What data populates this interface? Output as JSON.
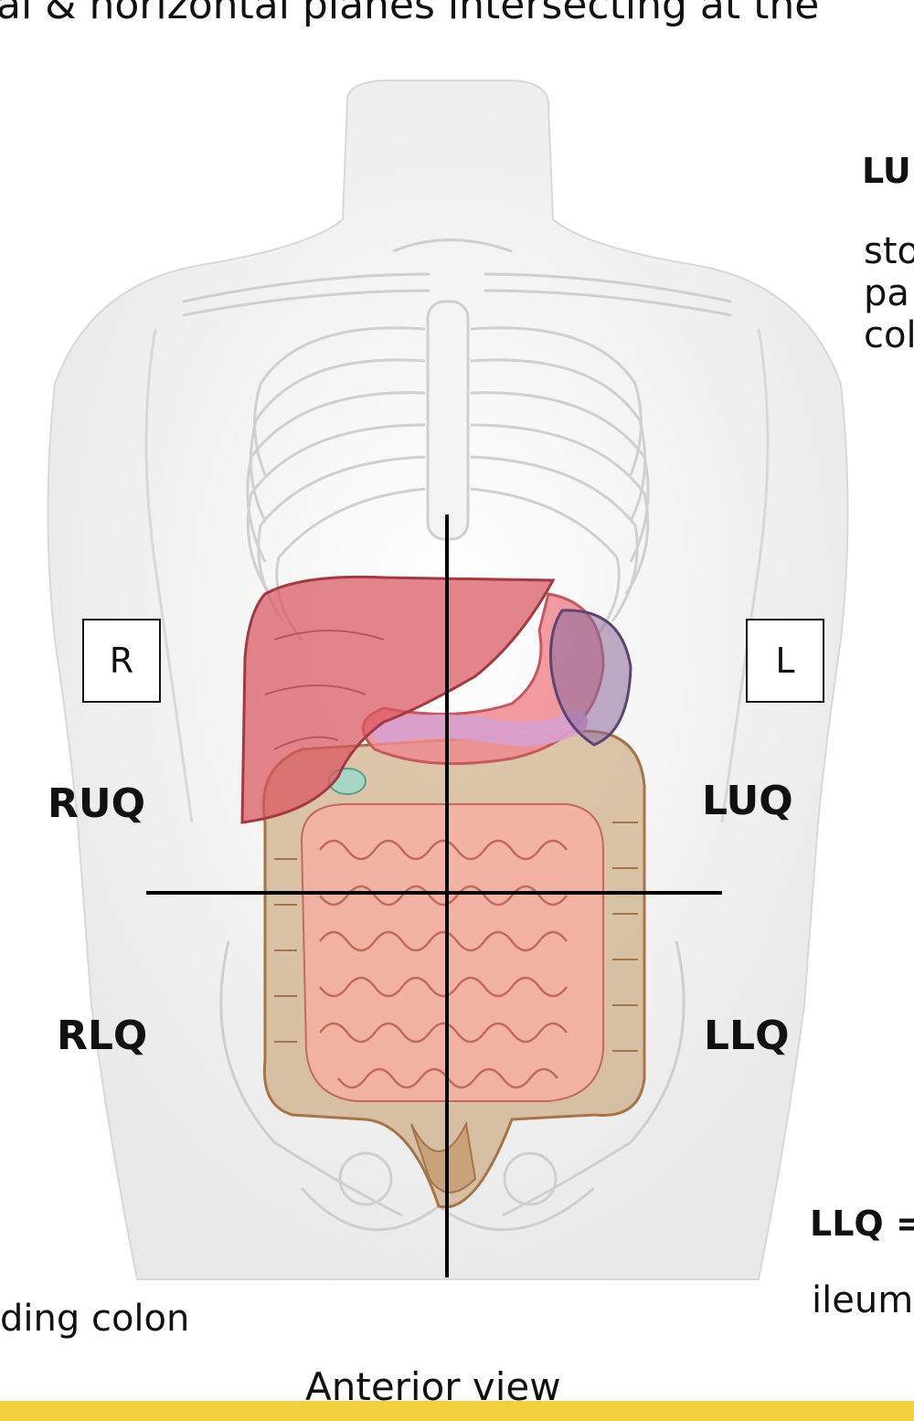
{
  "heading_partial": "al & horizontal planes intersecting at the",
  "side_left_heading": "LU",
  "side_left_lines": [
    "sto",
    "pa",
    "col"
  ],
  "side_bottom_heading": "LLQ =",
  "side_bottom_text": "ileum",
  "left_fragment": "ding colon",
  "box_right": "R",
  "box_left": "L",
  "quadrants": {
    "ruq": "RUQ",
    "luq": "LUQ",
    "rlq": "RLQ",
    "llq": "LLQ"
  },
  "caption": "Anterior view",
  "colors": {
    "accent_bar": "#f2d23c",
    "liver": "#d9545e",
    "intestine": "#f0a596",
    "colon": "#bf8f5a",
    "spleen": "#8a6a9a",
    "body": "#ececec"
  }
}
